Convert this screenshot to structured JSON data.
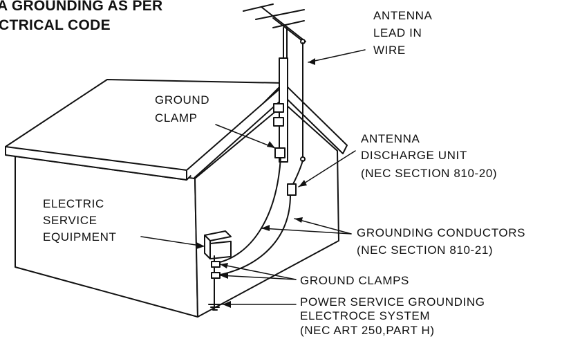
{
  "title": {
    "line1": "A GROUNDING AS PER",
    "line2": "CTRICAL CODE"
  },
  "callouts": {
    "antenna_lead_in_wire": [
      "ANTENNA",
      "LEAD IN",
      "WIRE"
    ],
    "ground_clamp": [
      "GROUND",
      "CLAMP"
    ],
    "antenna_discharge_unit": [
      "ANTENNA",
      "DISCHARGE UNIT",
      "(NEC SECTION 810-20)"
    ],
    "electric_service_equipment": [
      "ELECTRIC",
      "SERVICE",
      "EQUIPMENT"
    ],
    "grounding_conductors": [
      "GROUNDING CONDUCTORS",
      "(NEC SECTION 810-21)"
    ],
    "ground_clamps": [
      "GROUND CLAMPS"
    ],
    "power_service_grounding": [
      "POWER SERVICE GROUNDING",
      "ELECTROCE SYSTEM",
      "(NEC ART 250,PART H)"
    ]
  },
  "colors": {
    "ink": "#111111",
    "background": "#ffffff"
  }
}
